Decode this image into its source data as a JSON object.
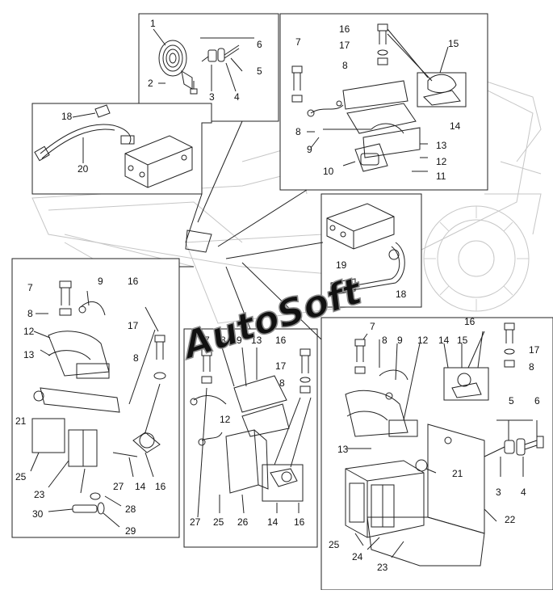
{
  "watermark": "AutoSoft",
  "panels": {
    "horn": {
      "labels": [
        "1",
        "2",
        "3",
        "4",
        "5",
        "6"
      ]
    },
    "harness": {
      "labels": [
        "18",
        "20"
      ]
    },
    "upper_right": {
      "labels": [
        "7",
        "8",
        "9",
        "10",
        "11",
        "12",
        "13",
        "14",
        "15",
        "16",
        "17",
        "8"
      ]
    },
    "mid_right": {
      "labels": [
        "19",
        "18"
      ]
    },
    "left_lamp": {
      "labels": [
        "7",
        "8",
        "9",
        "16",
        "17",
        "8",
        "12",
        "13",
        "21",
        "25",
        "23",
        "27",
        "14",
        "16",
        "30",
        "28",
        "29"
      ]
    },
    "center_lamp": {
      "labels": [
        "7",
        "8",
        "9",
        "13",
        "16",
        "17",
        "8",
        "12",
        "27",
        "25",
        "26",
        "14",
        "16"
      ]
    },
    "right_lamp": {
      "labels": [
        "7",
        "8",
        "9",
        "12",
        "14",
        "15",
        "16",
        "17",
        "8",
        "5",
        "6",
        "13",
        "21",
        "22",
        "3",
        "4",
        "25",
        "24",
        "23"
      ]
    }
  },
  "colors": {
    "line": "#222222",
    "faint": "#bbbbbb",
    "watermark": "#8a8a8a"
  }
}
